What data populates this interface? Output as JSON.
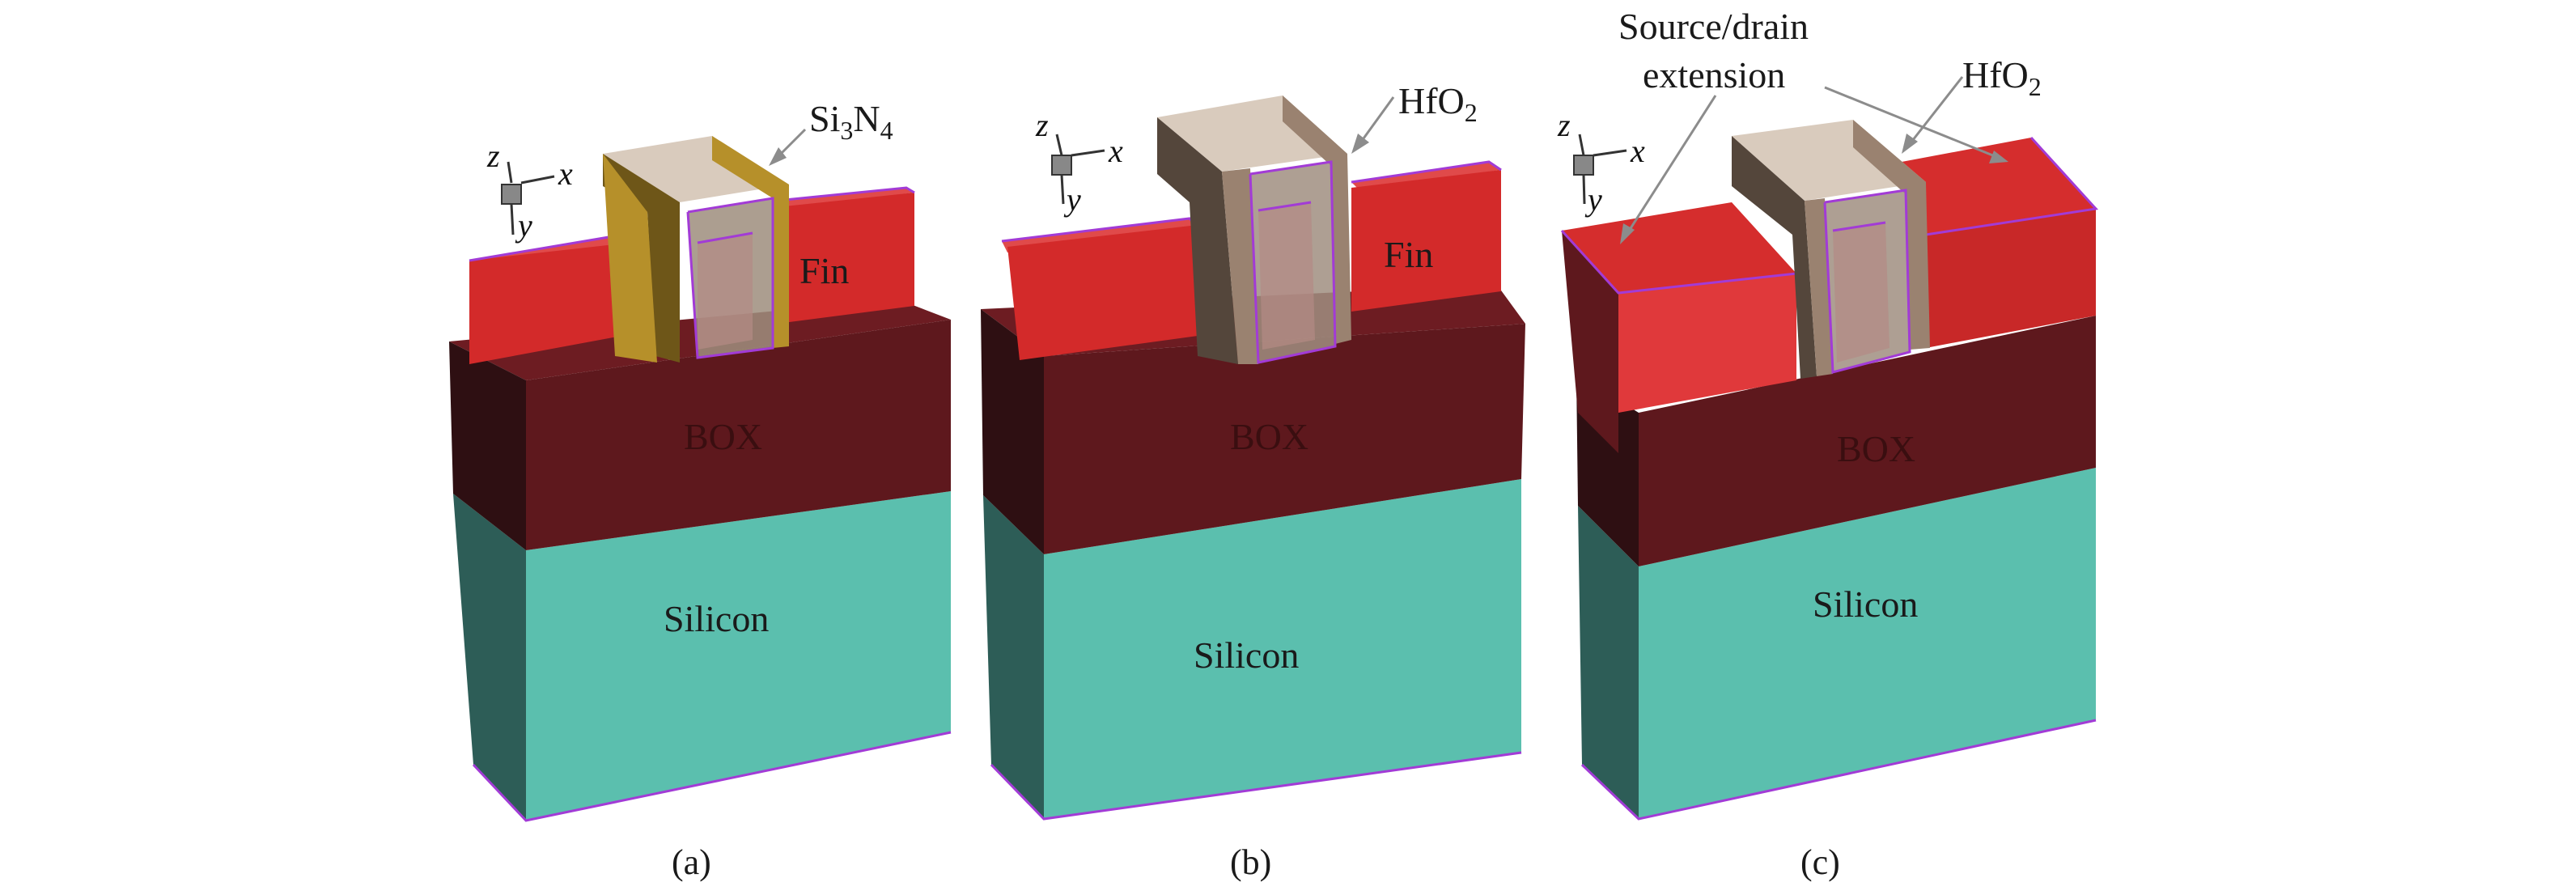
{
  "panels": [
    {
      "caption": "(a)",
      "labels": {
        "fin": "Fin",
        "box": "BOX",
        "silicon": "Silicon"
      },
      "material": {
        "base": "Si",
        "sub1": "3",
        "mid": "N",
        "sub2": "4"
      },
      "axes": {
        "z": "z",
        "x": "x",
        "y": "y"
      }
    },
    {
      "caption": "(b)",
      "labels": {
        "fin": "Fin",
        "box": "BOX",
        "silicon": "Silicon"
      },
      "material": {
        "base": "HfO",
        "sub1": "2"
      },
      "axes": {
        "z": "z",
        "x": "x",
        "y": "y"
      }
    },
    {
      "caption": "(c)",
      "labels": {
        "box": "BOX",
        "silicon": "Silicon"
      },
      "material": {
        "base": "HfO",
        "sub1": "2"
      },
      "extension_label": {
        "line1": "Source/drain",
        "line2": "extension"
      },
      "axes": {
        "z": "z",
        "x": "x",
        "y": "y"
      }
    }
  ],
  "colors": {
    "silicon_front": "#5bbfae",
    "silicon_side": "#2d5d57",
    "box_front": "#5e181d",
    "box_side": "#2e0f12",
    "box_top": "#6d1c22",
    "fin_front": "#d32a2a",
    "fin_top": "#e04a4a",
    "fin_side": "#7a1d1f",
    "nitride": "#b6902a",
    "nitride_dark": "#6e5618",
    "hfo2": "#9a8270",
    "hfo2_dark": "#54463b",
    "gate_inner": "#d9cbbd",
    "edge": "#a23bd6"
  }
}
